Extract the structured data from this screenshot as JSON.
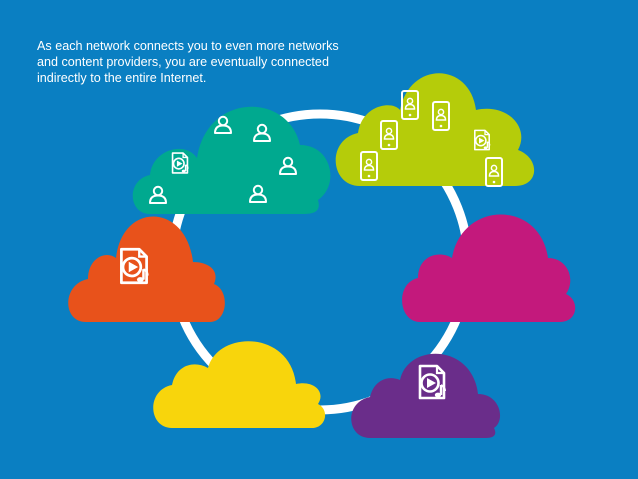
{
  "caption": {
    "line1": "As each network connects you to even more networks",
    "line2": "and content providers, you are eventually connected",
    "line3": "indirectly to the entire Internet."
  },
  "colors": {
    "background": "#0a7fc2",
    "ring": "#ffffff",
    "cloud_teal": "#00a98f",
    "cloud_lime": "#b5cc0a",
    "cloud_magenta": "#c3197c",
    "cloud_orange": "#e8521b",
    "cloud_yellow": "#f8d50c",
    "cloud_purple": "#6a2d8a"
  },
  "clouds": [
    {
      "id": "teal",
      "icons": [
        "media-file-icon",
        "user-icon",
        "user-icon",
        "user-icon",
        "user-icon",
        "user-icon"
      ]
    },
    {
      "id": "lime",
      "icons": [
        "mobile-user-icon",
        "mobile-user-icon",
        "mobile-user-icon",
        "mobile-user-icon",
        "mobile-user-icon",
        "media-file-icon"
      ]
    },
    {
      "id": "magenta",
      "icons": []
    },
    {
      "id": "orange",
      "icons": [
        "media-file-icon"
      ]
    },
    {
      "id": "yellow",
      "icons": []
    },
    {
      "id": "purple",
      "icons": [
        "media-file-icon"
      ]
    }
  ]
}
